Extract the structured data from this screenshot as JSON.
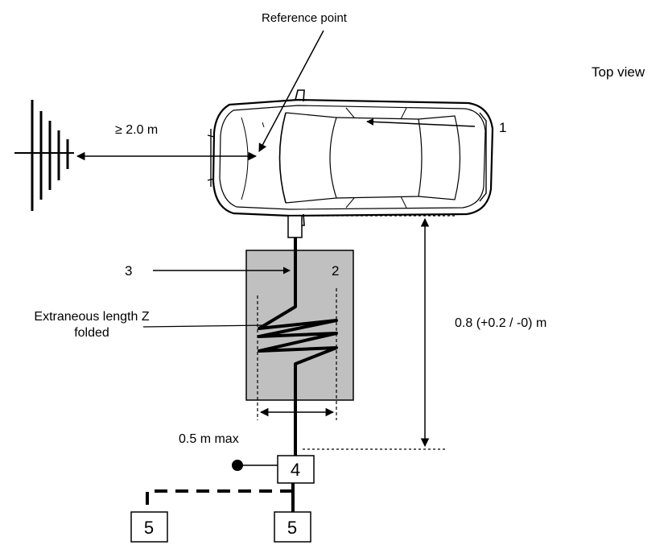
{
  "labels": {
    "reference_point": "Reference point",
    "top_view": "Top view",
    "distance_antenna": "≥ 2.0 m",
    "height_distance": "0.8 (+0.2 / -0) m",
    "extraneous_line1": "Extraneous length Z",
    "extraneous_line2": "folded",
    "width_max": "0.5 m max"
  },
  "callouts": {
    "vehicle": "1",
    "table": "2",
    "harness": "3",
    "lisn": "4",
    "device_left": "5",
    "device_right": "5"
  },
  "colors": {
    "line": "#000000",
    "table_fill": "#c0c0c0",
    "background": "#ffffff"
  },
  "icons": {
    "antenna": "log-periodic-antenna-icon",
    "vehicle": "car-top-view-icon",
    "ground": "ground-point-icon"
  }
}
